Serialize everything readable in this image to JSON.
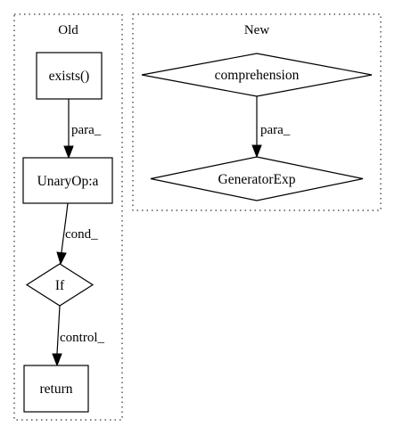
{
  "clusters": {
    "old": {
      "label": "Old"
    },
    "new": {
      "label": "New"
    }
  },
  "nodes": {
    "exists": {
      "label": "exists()",
      "shape": "box"
    },
    "unaryop": {
      "label": "UnaryOp:a",
      "shape": "box"
    },
    "if_node": {
      "label": "If",
      "shape": "diamond"
    },
    "return_node": {
      "label": "return",
      "shape": "box"
    },
    "comprehension": {
      "label": "comprehension",
      "shape": "diamond"
    },
    "generatorexp": {
      "label": "GeneratorExp",
      "shape": "diamond"
    }
  },
  "edges": {
    "exists_to_unaryop": {
      "label": "para_"
    },
    "unaryop_to_if": {
      "label": "cond_"
    },
    "if_to_return": {
      "label": "control_"
    },
    "comprehension_to_generatorexp": {
      "label": "para_"
    }
  }
}
